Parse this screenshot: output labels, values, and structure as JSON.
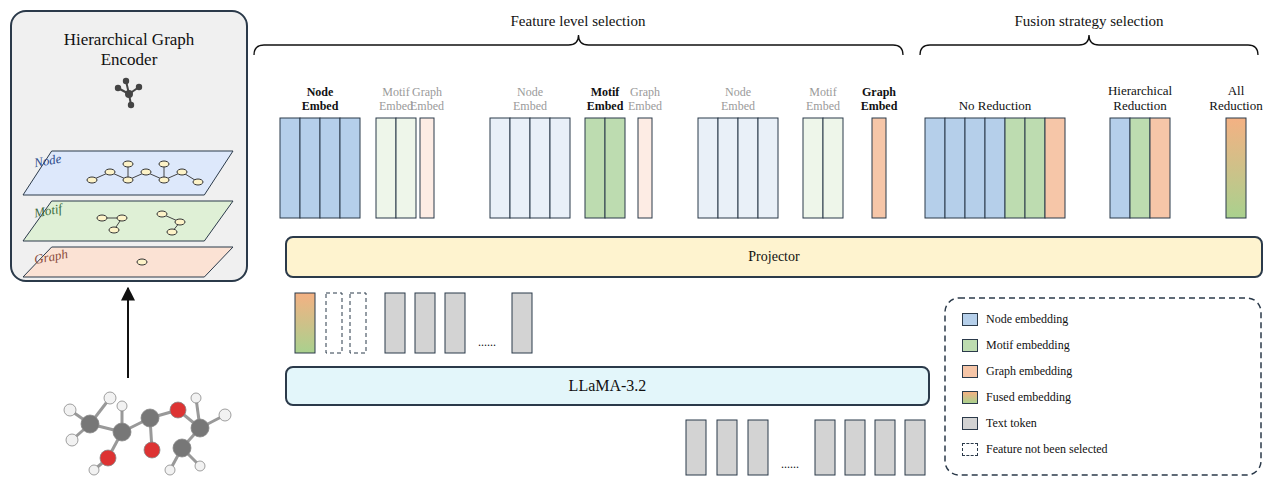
{
  "diagram": {
    "nodes": [
      {
        "text": [
          "Hierarchical Graph Encoder"
        ]
      },
      {
        "text": [
          "Node"
        ],
        "in": 0
      },
      {
        "text": [
          "Motif"
        ],
        "in": 0
      },
      {
        "text": [
          "Graph"
        ],
        "in": 0
      },
      {
        "text": [
          "Projector"
        ]
      },
      {
        "text": [
          "LLaMA-3.2"
        ]
      }
    ],
    "labels": [
      "Feature level selection",
      "Fusion strategy selection",
      "Node Embed",
      "Motif Embed",
      "Graph Embed",
      "Node Embed",
      "Motif Embed",
      "Graph Embed",
      "Node Embed",
      "Motif Embed",
      "Graph Embed",
      "No Reduction",
      "Hierarchical Reduction",
      "All Reduction",
      "......",
      "......"
    ],
    "legend": [
      {
        "text": "Node embedding",
        "color": "#b5cfea"
      },
      {
        "text": "Motif embedding",
        "color": "#bddcb0"
      },
      {
        "text": "Graph embedding",
        "color": "#f6c6a8"
      },
      {
        "text": "Fused embedding"
      },
      {
        "text": "Text token",
        "color": "#d3d3d3"
      },
      {
        "text": "Feature not been selected"
      }
    ]
  }
}
